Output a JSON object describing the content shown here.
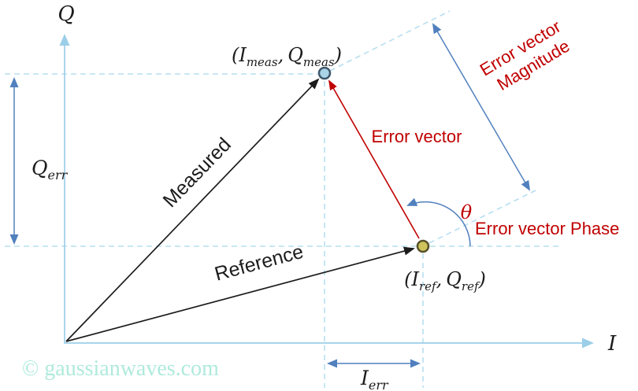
{
  "colors": {
    "red": "#C00000",
    "steel": "#5180BE",
    "axis": "#9CCEE8",
    "dash": "#B7DFF1",
    "ink": "#1C1C1C",
    "watermark": "#AFEADC",
    "measured_fill": "#A9D3E7",
    "measured_stroke": "#40576B",
    "reference_fill": "#CFC35C",
    "reference_stroke": "#55512A"
  },
  "axes": {
    "q_label": "Q",
    "i_label": "I"
  },
  "vectors": {
    "measured_label": "Measured",
    "reference_label": "Reference"
  },
  "error": {
    "vector_label": "Error vector",
    "magnitude_line1": "Error vector",
    "magnitude_line2": "Magnitude",
    "phase_label": "Error vector Phase",
    "theta": "θ"
  },
  "points": {
    "measured": {
      "open": "(",
      "i": "I",
      "i_sub": "meas",
      "comma": ",",
      "q": "Q",
      "q_sub": "meas",
      "close": ")"
    },
    "reference": {
      "open": "(",
      "i": "I",
      "i_sub": "ref",
      "comma": ",",
      "q": "Q",
      "q_sub": "ref",
      "close": ")"
    }
  },
  "dims": {
    "q_err": {
      "base": "Q",
      "sub": "err"
    },
    "i_err": {
      "base": "I",
      "sub": "err"
    }
  },
  "watermark": "© gaussianwaves.com"
}
